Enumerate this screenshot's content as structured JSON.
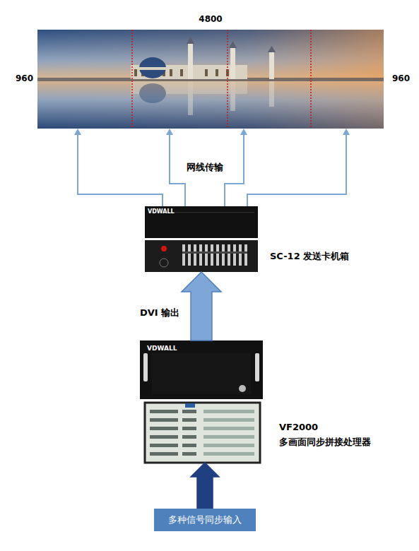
{
  "diagram": {
    "nodes": [
      {
        "text": [
          "4800",
          "960",
          "960"
        ]
      },
      {
        "text": [
          "VDWALL",
          "SC-12 发送卡机箱"
        ]
      },
      {
        "text": [
          "VDWALL",
          "VF2000 多画面同步拼接处理器"
        ]
      },
      {
        "text": [
          "多种信号同步输入"
        ]
      }
    ],
    "edges": [
      {
        "from": 1,
        "to": 0,
        "arrow": "to"
      },
      {
        "from": 1,
        "to": 0,
        "arrow": "to",
        "label": "网线传输"
      },
      {
        "from": 1,
        "to": 0,
        "arrow": "to"
      },
      {
        "from": 1,
        "to": 0,
        "arrow": "to"
      },
      {
        "from": 2,
        "to": 1,
        "arrow": "to",
        "label": "DVI 输出"
      },
      {
        "from": 3,
        "to": 2,
        "arrow": "to"
      }
    ]
  }
}
